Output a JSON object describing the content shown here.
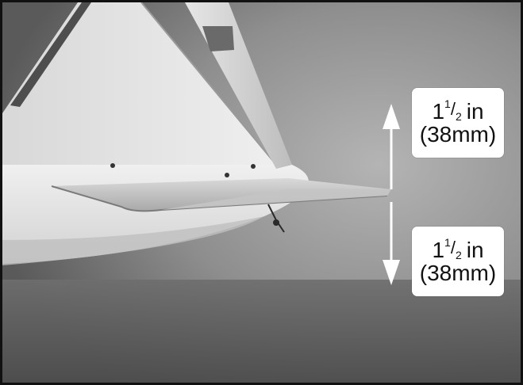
{
  "callouts": {
    "up": {
      "whole": "1",
      "numerator": "1",
      "slash": "/",
      "denominator": "2",
      "unit": "in",
      "metric": "(38mm)"
    },
    "down": {
      "whole": "1",
      "numerator": "1",
      "slash": "/",
      "denominator": "2",
      "unit": "in",
      "metric": "(38mm)"
    }
  },
  "arrows": {
    "up": "arrow-up-icon",
    "down": "arrow-down-icon"
  },
  "colors": {
    "frame": "#111111",
    "arrow": "#ffffff",
    "callout_bg": "#ffffff",
    "text": "#111111"
  }
}
